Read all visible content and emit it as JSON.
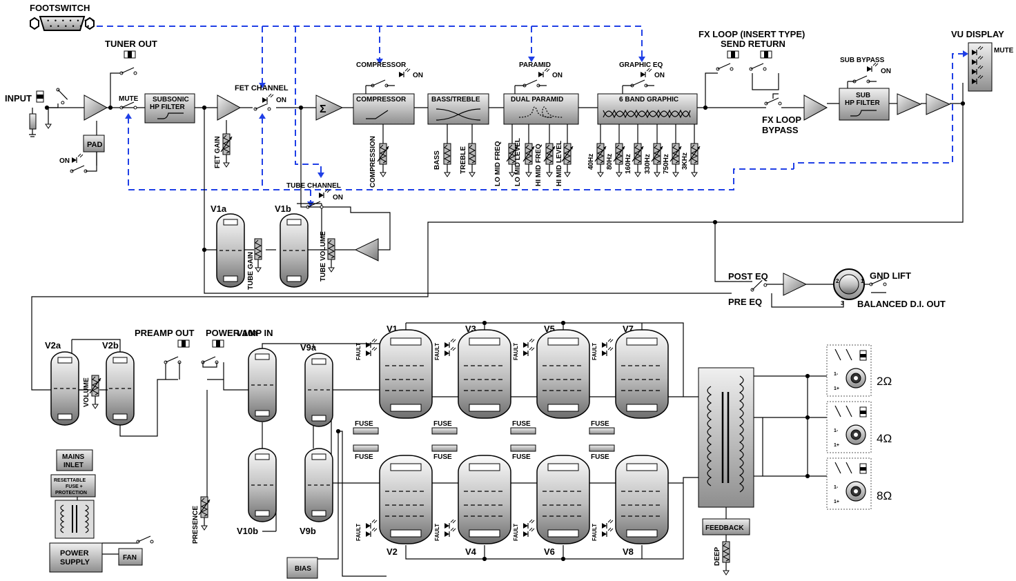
{
  "labels": {
    "footswitch": "FOOTSWITCH",
    "tuner_out": "TUNER OUT",
    "input": "INPUT",
    "mute": "MUTE",
    "pad": "PAD",
    "on": "ON",
    "subsonic_1": "SUBSONIC",
    "subsonic_2": "HP FILTER",
    "fet_channel": "FET CHANNEL",
    "fet_gain": "FET GAIN",
    "sigma": "Σ",
    "compressor_title": "COMPRESSOR",
    "compressor_box": "COMPRESSOR",
    "compression": "COMPRESSION",
    "bass_treble": "BASS/TREBLE",
    "bass": "BASS",
    "treble": "TREBLE",
    "paramid_title": "PARAMID",
    "dual_paramid": "DUAL PARAMID",
    "lo_mid_freq": "LO MID FREQ",
    "lo_mid_level": "LO MID LEVEL",
    "hi_mid_freq": "HI MID FREQ",
    "hi_mid_level": "HI MID LEVEL",
    "graphic_eq_title": "GRAPHIC EQ",
    "six_band": "6 BAND GRAPHIC",
    "bands": [
      "40Hz",
      "80Hz",
      "160Hz",
      "330Hz",
      "750Hz",
      "3KHz"
    ],
    "fx_loop_1": "FX LOOP (INSERT TYPE)",
    "fx_loop_2": "SEND RETURN",
    "fx_bypass_1": "FX LOOP",
    "fx_bypass_2": "BYPASS",
    "sub_bypass": "SUB BYPASS",
    "sub_hp_1": "SUB",
    "sub_hp_2": "HP FILTER",
    "vu_display": "VU DISPLAY",
    "vu_mute": "MUTE",
    "tube_channel": "TUBE CHANNEL",
    "v1a": "V1a",
    "v1b": "V1b",
    "tube_gain": "TUBE GAIN",
    "tube_volume": "TUBE VOLUME",
    "post_eq": "POST EQ",
    "pre_eq": "PRE EQ",
    "gnd_lift": "GND LIFT",
    "balanced_di": "BALANCED D.I. OUT",
    "xlr_1": "1",
    "xlr_2": "2",
    "xlr_3": "3",
    "v2a": "V2a",
    "v2b": "V2b",
    "volume": "VOLUME",
    "preamp_out": "PREAMP OUT",
    "power_amp_in": "POWER AMP IN",
    "v10a": "V10a",
    "v9a": "V9a",
    "v10b": "V10b",
    "v9b": "V9b",
    "presence": "PRESENCE",
    "bias": "BIAS",
    "mains_1": "MAINS",
    "mains_2": "INLET",
    "resettable_1": "RESETTABLE",
    "resettable_2": "FUSE +",
    "resettable_3": "PROTECTION",
    "power_supply_1": "POWER",
    "power_supply_2": "SUPPLY",
    "fan": "FAN",
    "power_tubes_top": [
      "V1",
      "V3",
      "V5",
      "V7"
    ],
    "power_tubes_bottom": [
      "V2",
      "V4",
      "V6",
      "V8"
    ],
    "fuse": "FUSE",
    "fault": "FAULT",
    "feedback": "FEEDBACK",
    "deep": "DEEP",
    "spk_1minus": "1-",
    "spk_1plus": "1+",
    "outputs": [
      "2Ω",
      "4Ω",
      "8Ω"
    ]
  },
  "colors": {
    "control_line": "#1f3fe6",
    "wire": "#000000",
    "box_fill": "#c8c8c8"
  }
}
